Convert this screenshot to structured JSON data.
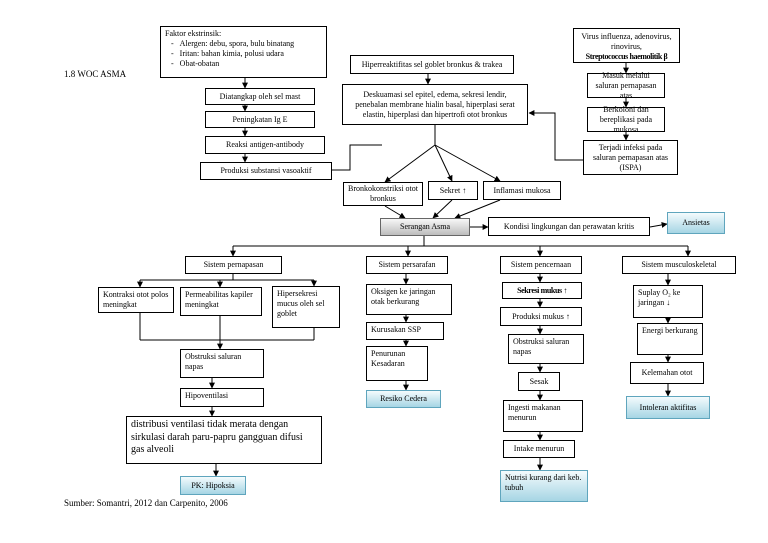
{
  "title": "1.8 WOC  ASMA",
  "source": "Sumber: Somantri, 2012  dan Carpenito, 2006",
  "nodes": {
    "faktor_title": "Faktor ekstrinsik:",
    "faktor_items": [
      "Alergen: debu, spora, bulu binatang",
      "Iritan: bahan kimia, polusi udara",
      "Obat-obatan"
    ],
    "diatangkap": "Diatangkap oleh sel mast",
    "ige": "Peningkatan Ig E",
    "reaksi": "Reaksi antigen-antibody",
    "produksi_vaso": "Produksi substansi vasoaktif",
    "hiperreaktif": "Hiperreaktifitas sel goblet bronkus & trakea",
    "deskuamasi": "Deskuamasi sel epitel, edema, sekresi lendir, penebalan membrane hialin basal, hiperplasi serat elastin, hiperplasi dan hipertrofi otot bronkus",
    "virus": "Virus influenza, adenovirus, rinovirus,",
    "virus_strep": "Streptococcus haemolitik β",
    "masuk": "Masuk melalui saluran pernapasan atas",
    "berkoloni": "Berkoloni dan bereplikasi pada mukosa",
    "ispa": "Terjadi infeksi pada saluran pemapasan atas (ISPA)",
    "bronkokonstriksi": "Bronkokonstriksi otot bronkus",
    "sekret": "Sekret ↑",
    "inflamasi": "Inflamasi mukosa",
    "serangan": "Serangan Asma",
    "kondisi": "Kondisi lingkungan dan perawatan kritis",
    "ansietas": "Ansietas",
    "sys_napas": "Sistem pernapasan",
    "sys_saraf": "Sistem persarafan",
    "sys_cerna": "Sistem pencernaan",
    "sys_musk": "Sistem musculoskeletal",
    "kontraksi": "Kontraksi otot polos meningkat",
    "permeabilitas": "Permeabilitas kapiler meningkat",
    "hipersekresi": "Hipersekresi mucus oleh sel goblet",
    "obstruksi1": "Obstruksi saluran napas",
    "hipoventilasi": "Hipoventilasi",
    "distribusi": "distribusi ventilasi tidak merata dengan sirkulasi darah paru-papru gangguan difusi gas alveoli",
    "hipoksia": "PK: Hipoksia",
    "oksigen": "Oksigen ke jaringan otak berkurang",
    "kurusakan": "Kurusakan SSP",
    "penurunan": "Penurunan Kesadaran",
    "resiko": "Resiko Cedera",
    "sekresi_mukus": "Sekresi mukus ↑",
    "produksi_mukus": "Produksi mukus ↑",
    "obstruksi2": "Obstruksi saluran napas",
    "sesak": "Sesak",
    "ingesti": "Ingesti makanan menurun",
    "intake": "Intake menurun",
    "nutrisi": "Nutrisi kurang dari keb. tubuh",
    "suplay": "Suplay O₂ ke jaringan ↓",
    "energi": "Energi berkurang",
    "kelemahan": "Kelemahan otot",
    "intoleran": "Intoleran aktifitas"
  },
  "colors": {
    "highlight_top": "#f4fbfd",
    "highlight_bottom": "#a6d5e4",
    "highlight_border": "#5fa5bd",
    "gray_box": "#bdbdbd",
    "line": "#000000"
  }
}
